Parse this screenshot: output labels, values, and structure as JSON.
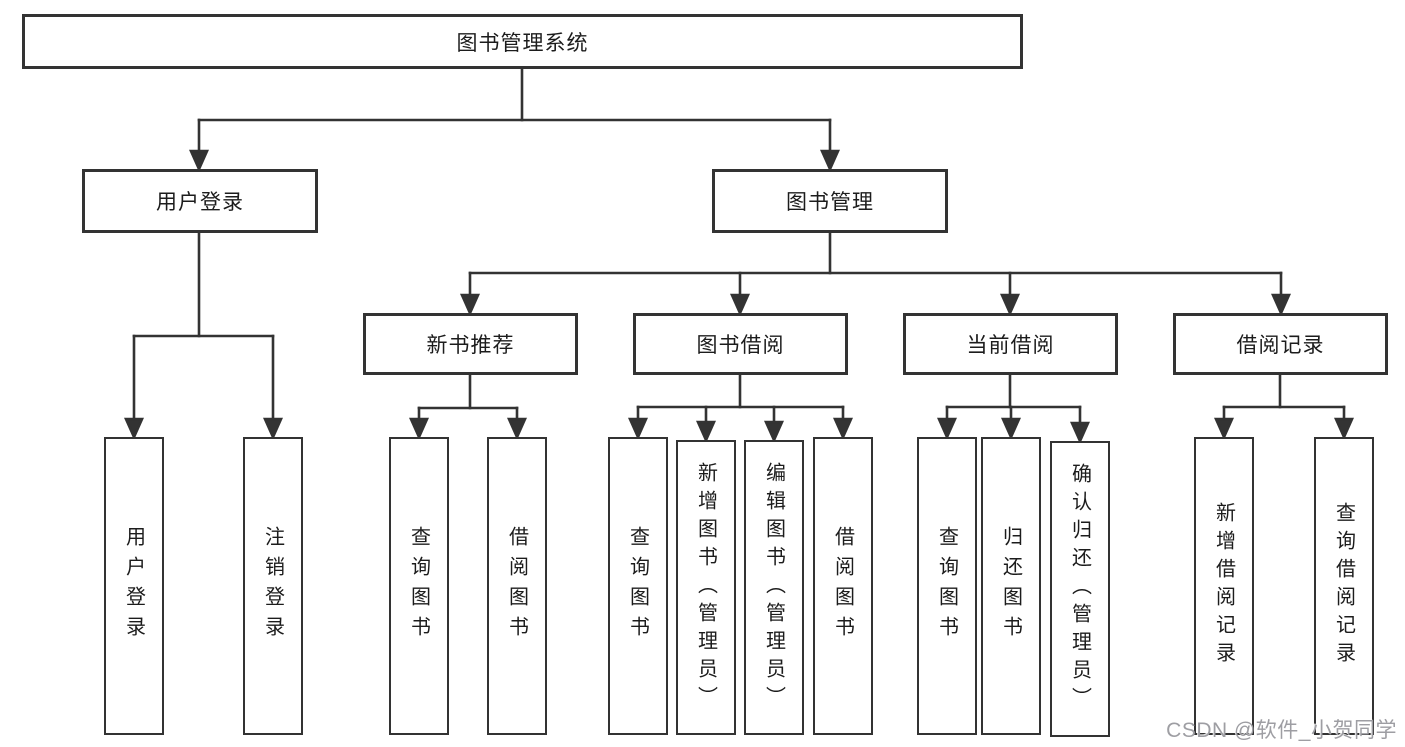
{
  "tree": {
    "root": {
      "label": "图书管理系统"
    },
    "branches": [
      {
        "label": "用户登录",
        "children": [
          {
            "label": "用户登录"
          },
          {
            "label": "注销登录"
          }
        ]
      },
      {
        "label": "图书管理",
        "children": [
          {
            "label": "新书推荐",
            "children": [
              {
                "label": "查询图书"
              },
              {
                "label": "借阅图书"
              }
            ]
          },
          {
            "label": "图书借阅",
            "children": [
              {
                "label": "查询图书"
              },
              {
                "label": "新增图书（管理员）"
              },
              {
                "label": "编辑图书（管理员）"
              },
              {
                "label": "借阅图书"
              }
            ]
          },
          {
            "label": "当前借阅",
            "children": [
              {
                "label": "查询图书"
              },
              {
                "label": "归还图书"
              },
              {
                "label": "确认归还（管理员）"
              }
            ]
          },
          {
            "label": "借阅记录",
            "children": [
              {
                "label": "新增借阅记录"
              },
              {
                "label": "查询借阅记录"
              }
            ]
          }
        ]
      }
    ]
  },
  "colors": {
    "line": "#333333",
    "text": "#1c1c1c",
    "watermark": "#9e9ea3"
  },
  "watermark": {
    "text": "CSDN @软件_小贺同学"
  }
}
